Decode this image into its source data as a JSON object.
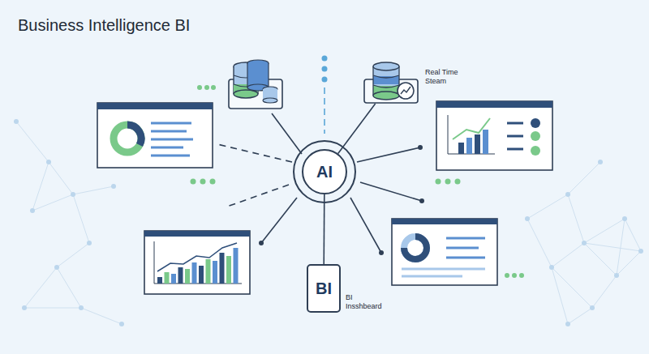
{
  "diagram": {
    "title": "Business Intelligence BI",
    "nodes": [
      {
        "text": [
          "AI"
        ]
      },
      {
        "text": [
          "Real Time Steam"
        ]
      },
      {
        "text": [
          "BI",
          "BI Insshbeard"
        ]
      }
    ],
    "edges": [
      {
        "from": 0,
        "to": 1,
        "arrow": "none"
      },
      {
        "from": 0,
        "to": 2,
        "arrow": "none"
      }
    ]
  }
}
